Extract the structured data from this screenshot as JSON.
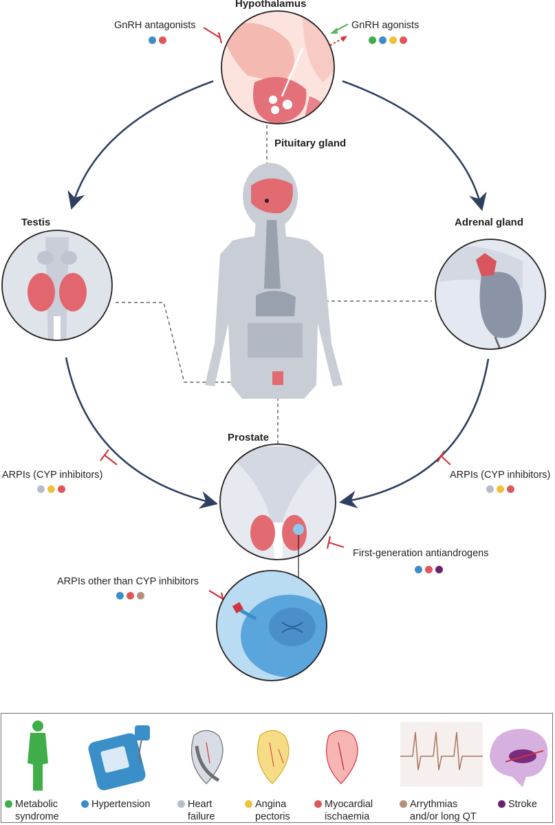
{
  "labels": {
    "hypothalamus": "Hypothalamus",
    "pituitary": "Pituitary gland",
    "testis": "Testis",
    "adrenal": "Adrenal gland",
    "prostate": "Prostate"
  },
  "drugs": {
    "gnrh_antagonists": "GnRH antagonists",
    "gnrh_agonists": "GnRH agonists",
    "arpi_cyp_left": "ARPIs (CYP inhibitors)",
    "arpi_cyp_right": "ARPIs (CYP inhibitors)",
    "first_gen": "First-generation antiandrogens",
    "arpi_other": "ARPIs other than CYP inhibitors"
  },
  "legend": [
    {
      "key": "metabolic",
      "line1": "Metabolic",
      "line2": "syndrome",
      "color": "#3fae49"
    },
    {
      "key": "hypertension",
      "line1": "Hypertension",
      "line2": "",
      "color": "#3a8fc8"
    },
    {
      "key": "heart_failure",
      "line1": "Heart",
      "line2": "failure",
      "color": "#b7bccb"
    },
    {
      "key": "angina",
      "line1": "Angina",
      "line2": "pectoris",
      "color": "#efc23b"
    },
    {
      "key": "ischaemia",
      "line1": "Myocardial",
      "line2": "ischaemia",
      "color": "#e0575b"
    },
    {
      "key": "arrhythmia",
      "line1": "Arrythmias",
      "line2": "and/or long QT",
      "color": "#b3907a"
    },
    {
      "key": "stroke",
      "line1": "Stroke",
      "line2": "",
      "color": "#6b2170"
    }
  ],
  "colors": {
    "arrow": "#2f3f5e",
    "inhibit": "#d2343c",
    "agonist_green": "#5cb85c"
  },
  "icons": [
    "body-silhouette-icon",
    "blood-pressure-monitor-icon",
    "heart-catheter-icon",
    "heart-angina-icon",
    "heart-ischaemia-icon",
    "ecg-trace-icon",
    "brain-stroke-icon"
  ]
}
